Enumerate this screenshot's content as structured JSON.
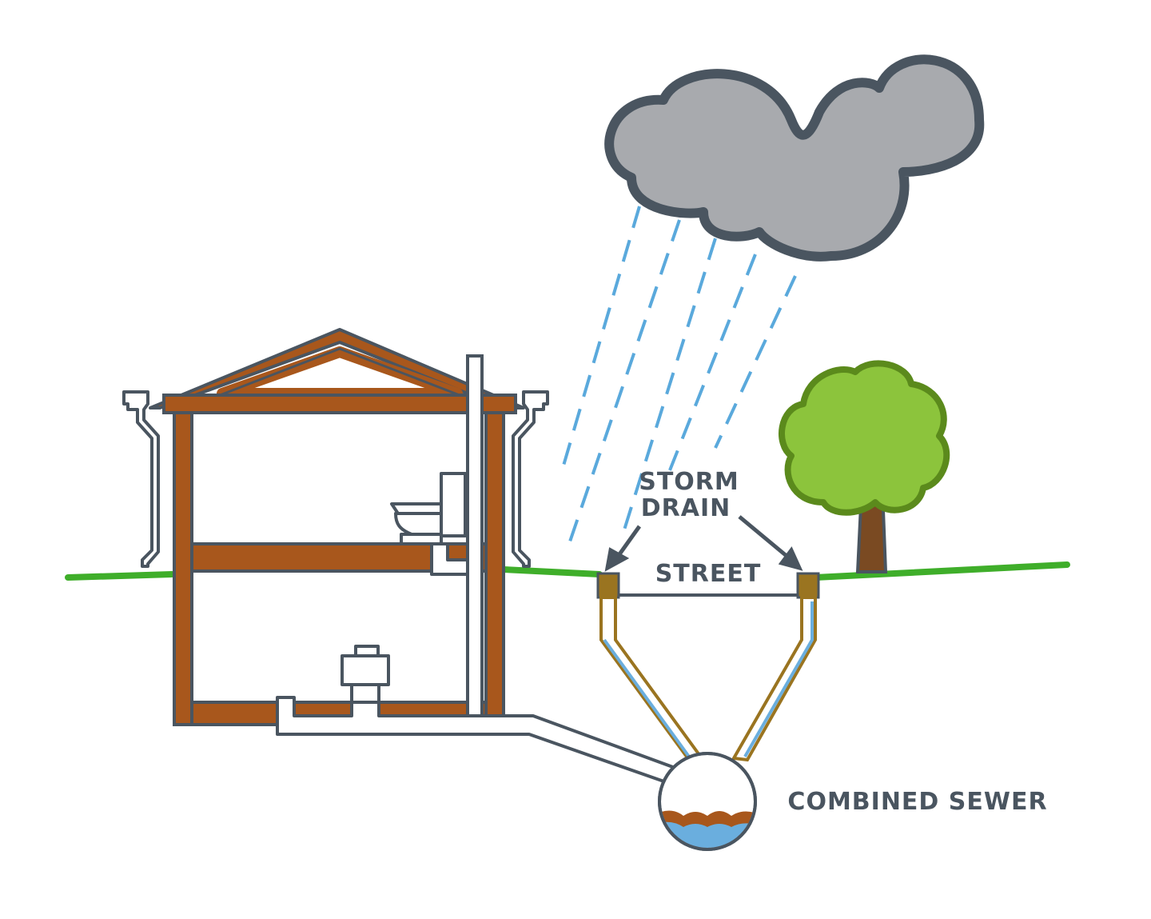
{
  "labels": {
    "storm_drain_line1": "STORM",
    "storm_drain_line2": "DRAIN",
    "street": "STREET",
    "combined_sewer": "COMBINED SEWER"
  },
  "colors": {
    "outline": "#4a5560",
    "house_brown": "#a8571c",
    "ground_green": "#3fae2a",
    "tree_green": "#8cc43c",
    "tree_outline": "#5b8a1c",
    "trunk": "#7a4a22",
    "cloud_fill": "#a8aaae",
    "rain_blue": "#5aa9dc",
    "drain_pipe": "#9a7420",
    "water_blue": "#6aaede",
    "sewage_brown": "#a8571c"
  },
  "icons": [
    "cloud-icon",
    "tree-icon",
    "toilet-icon",
    "basement-fixture-icon",
    "downspout-icon"
  ]
}
